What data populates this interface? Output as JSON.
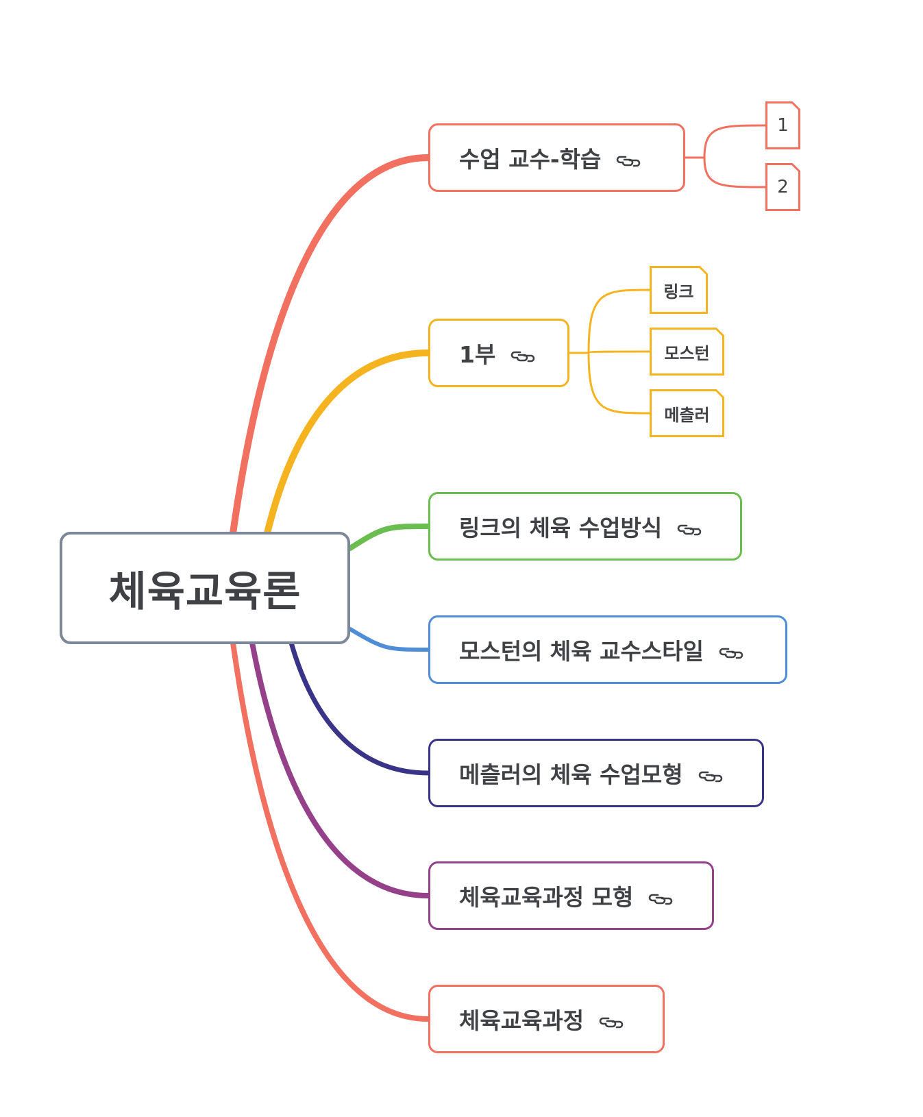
{
  "central": {
    "title": "체육교육론",
    "color": "#7c8798"
  },
  "branches": [
    {
      "label": "수업 교수-학습",
      "color": "#f27060",
      "icon": "link-icon",
      "children": [
        {
          "label": "1"
        },
        {
          "label": "2"
        }
      ]
    },
    {
      "label": "1부",
      "color": "#f5b31f",
      "icon": "link-icon",
      "children": [
        {
          "label": "링크"
        },
        {
          "label": "모스턴"
        },
        {
          "label": "메츨러"
        }
      ]
    },
    {
      "label": "링크의 체육 수업방식",
      "color": "#6abd4f",
      "icon": "link-icon",
      "children": []
    },
    {
      "label": "모스턴의 체육 교수스타일",
      "color": "#4f8dd9",
      "icon": "link-icon",
      "children": []
    },
    {
      "label": "메츨러의 체육 수업모형",
      "color": "#3a3489",
      "icon": "link-icon",
      "children": []
    },
    {
      "label": "체육교육과정 모형",
      "color": "#94418a",
      "icon": "link-icon",
      "children": []
    },
    {
      "label": "체육교육과정",
      "color": "#f27060",
      "icon": "link-icon",
      "children": []
    }
  ],
  "trunk_colors": [
    "#f27060",
    "#f5b31f",
    "#6abd4f",
    "#4f8dd9",
    "#3a3489",
    "#94418a",
    "#f27060"
  ]
}
